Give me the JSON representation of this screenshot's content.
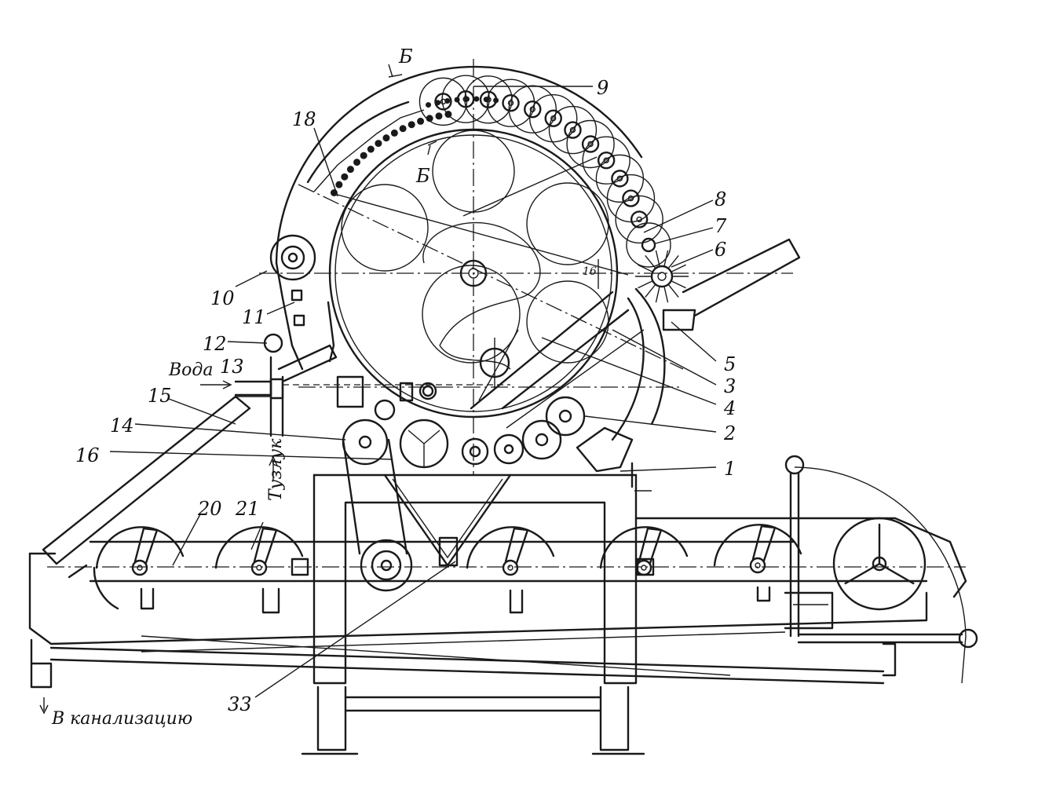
{
  "labels": {
    "1": "1",
    "2": "2",
    "3": "3",
    "4": "4",
    "5": "5",
    "6": "6",
    "7": "7",
    "8": "8",
    "9": "9",
    "10": "10",
    "11": "11",
    "12": "12",
    "13": "13",
    "14": "14",
    "15": "15",
    "16": "16",
    "18": "18",
    "20": "20",
    "21": "21",
    "33": "33"
  },
  "section_marks": {
    "b_top": "Б",
    "b_inner": "Б"
  },
  "dimension": "16",
  "inlet": "Вода",
  "outlet": "Тузлук",
  "drain": "В канализацию",
  "colors": {
    "ink": "#1a1a1a",
    "paper": "#ffffff"
  }
}
